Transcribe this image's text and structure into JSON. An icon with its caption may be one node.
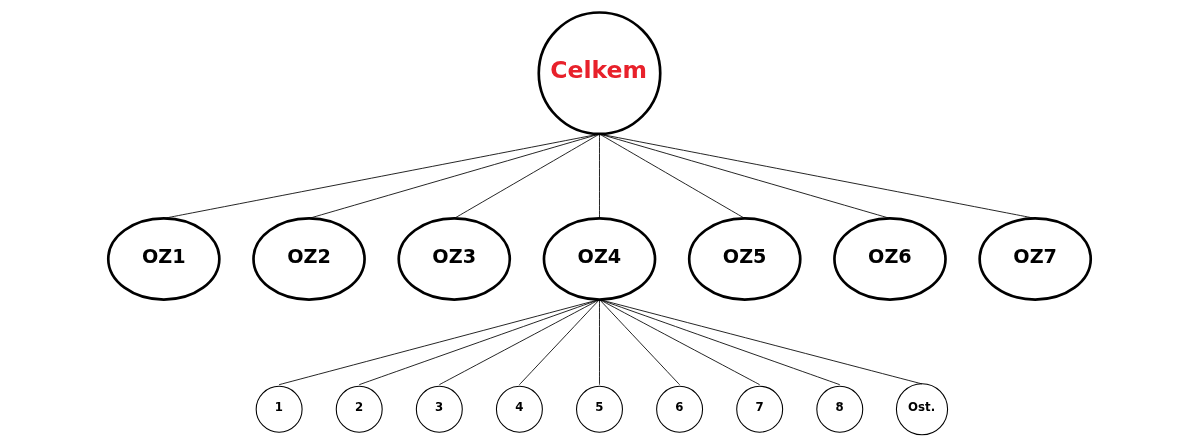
{
  "diagram": {
    "nodes": [
      {
        "text": [
          "Celkem"
        ]
      },
      {
        "text": [
          "OZ1"
        ]
      },
      {
        "text": [
          "OZ2"
        ]
      },
      {
        "text": [
          "OZ3"
        ]
      },
      {
        "text": [
          "OZ4"
        ]
      },
      {
        "text": [
          "OZ5"
        ]
      },
      {
        "text": [
          "OZ6"
        ]
      },
      {
        "text": [
          "OZ7"
        ]
      },
      {
        "text": [
          "1"
        ]
      },
      {
        "text": [
          "2"
        ]
      },
      {
        "text": [
          "3"
        ]
      },
      {
        "text": [
          "4"
        ]
      },
      {
        "text": [
          "5"
        ]
      },
      {
        "text": [
          "6"
        ]
      },
      {
        "text": [
          "7"
        ]
      },
      {
        "text": [
          "8"
        ]
      },
      {
        "text": [
          "Ost."
        ]
      }
    ],
    "edges": [
      {
        "from": 0,
        "to": 1,
        "arrow": "none"
      },
      {
        "from": 0,
        "to": 2,
        "arrow": "none"
      },
      {
        "from": 0,
        "to": 3,
        "arrow": "none"
      },
      {
        "from": 0,
        "to": 4,
        "arrow": "none"
      },
      {
        "from": 0,
        "to": 5,
        "arrow": "none"
      },
      {
        "from": 0,
        "to": 6,
        "arrow": "none"
      },
      {
        "from": 0,
        "to": 7,
        "arrow": "none"
      },
      {
        "from": 4,
        "to": 8,
        "arrow": "none"
      },
      {
        "from": 4,
        "to": 9,
        "arrow": "none"
      },
      {
        "from": 4,
        "to": 10,
        "arrow": "none"
      },
      {
        "from": 4,
        "to": 11,
        "arrow": "none"
      },
      {
        "from": 4,
        "to": 12,
        "arrow": "none"
      },
      {
        "from": 4,
        "to": 13,
        "arrow": "none"
      },
      {
        "from": 4,
        "to": 14,
        "arrow": "none"
      },
      {
        "from": 4,
        "to": 15,
        "arrow": "none"
      },
      {
        "from": 4,
        "to": 16,
        "arrow": "none"
      }
    ]
  }
}
